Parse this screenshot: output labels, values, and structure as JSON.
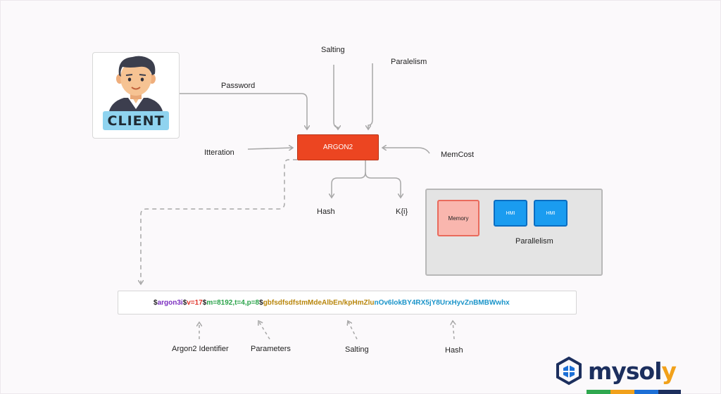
{
  "diagram": {
    "client": {
      "label": "CLIENT"
    },
    "core": {
      "label": "ARGON2"
    },
    "inputs": {
      "password": "Password",
      "salting": "Salting",
      "paralelism": "Paralelism",
      "itteration": "Itteration",
      "memcost": "MemCost"
    },
    "outputs": {
      "hash": "Hash",
      "k": "K{i}"
    },
    "panel": {
      "memory": "Memory",
      "hmi1": "HMI",
      "hmi2": "HMI",
      "caption": "Parallelism"
    },
    "encoded": {
      "segments": [
        {
          "text": "$",
          "color": "#222222"
        },
        {
          "text": "argon3i",
          "color": "#7b2fc0"
        },
        {
          "text": "$",
          "color": "#222222"
        },
        {
          "text": "v=17",
          "color": "#e0352b"
        },
        {
          "text": "$",
          "color": "#222222"
        },
        {
          "text": "m=8192,t=4,p=8",
          "color": "#2aa34a"
        },
        {
          "text": "$",
          "color": "#222222"
        },
        {
          "text": "gbfsdfsdfstmMdeAlbEn/kpHmZlu",
          "color": "#b8860b"
        },
        {
          "text": "nOv6lokBY4RX5jY8UrxHyvZnBMBWwhx",
          "color": "#1a94c9"
        }
      ]
    },
    "annotations": {
      "identifier": "Argon2 Identifier",
      "parameters": "Parameters",
      "salting": "Salting",
      "hash": "Hash"
    }
  },
  "brand": {
    "name_part1": "mysol",
    "name_part2": "y"
  },
  "colors": {
    "argon_fill": "#ec4521",
    "hmi_fill": "#1a9cf0",
    "memory_fill": "#f9b6ae",
    "brand_navy": "#1c2f5e",
    "brand_stripes": [
      "#2fa84f",
      "#f1a11b",
      "#1c6fd6",
      "#1c2f5e"
    ]
  }
}
